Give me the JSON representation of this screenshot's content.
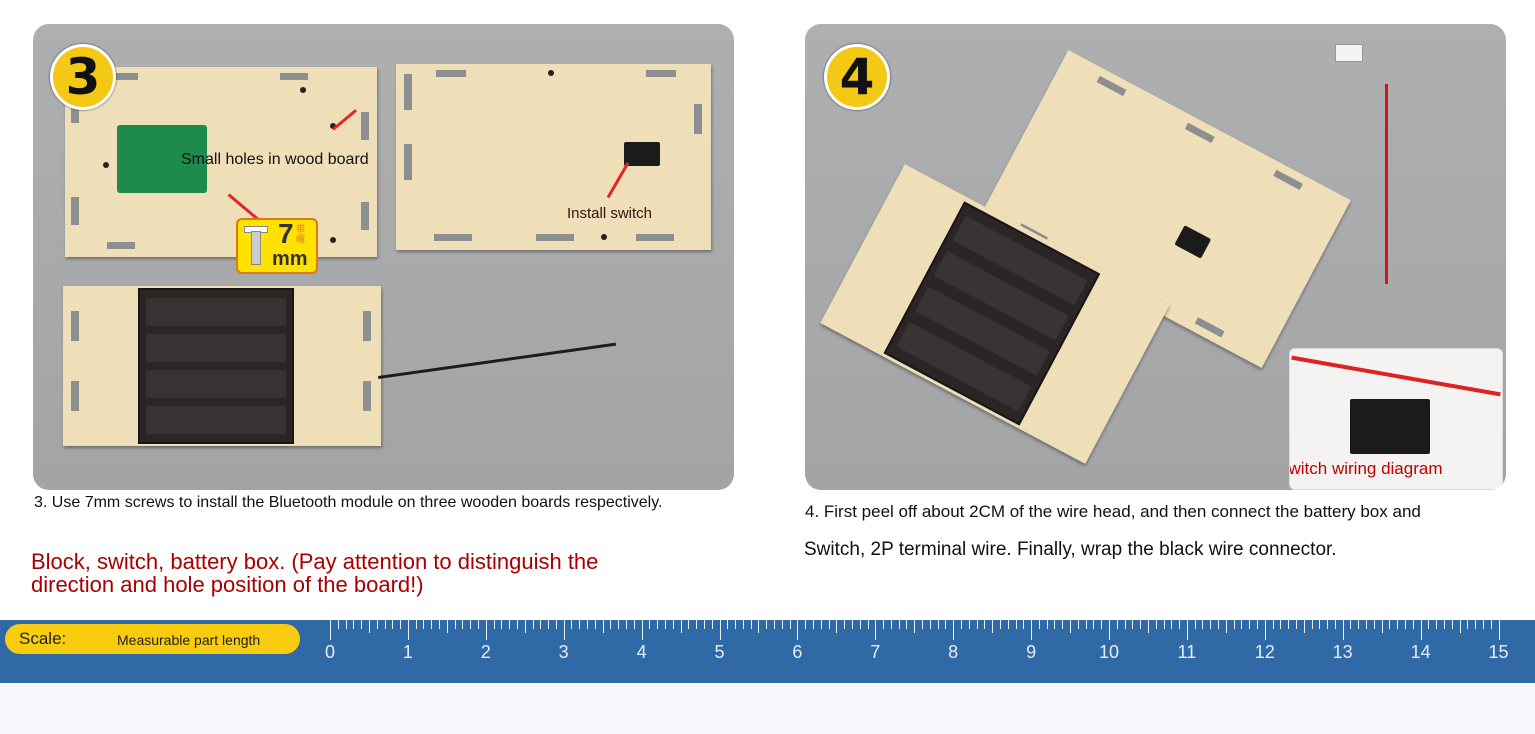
{
  "step3": {
    "number": "3",
    "screw_size": "7",
    "screw_unit": "mm",
    "screw_note": "带帽",
    "label_holes": "Small holes in wood board",
    "label_switch": "Install switch",
    "caption": "3. Use 7mm screws to install the Bluetooth module on three wooden boards respectively.",
    "note": "Block, switch, battery box. (Pay attention to distinguish the direction and hole position of the board!)"
  },
  "step4": {
    "number": "4",
    "inset_label": "switch wiring diagram",
    "caption_line1": "4. First peel off about 2CM of the wire head, and then connect the battery box and",
    "caption_line2": "Switch, 2P terminal wire. Finally, wrap the black wire connector."
  },
  "ruler": {
    "scale_label": "Scale:",
    "scale_desc": "Measurable part length",
    "numbers": [
      "0",
      "1",
      "2",
      "3",
      "4",
      "5",
      "6",
      "7",
      "8",
      "9",
      "10",
      "11",
      "12",
      "13",
      "14",
      "15"
    ]
  },
  "colors": {
    "ruler_blue": "#2f6aa6",
    "badge_yellow": "#f4c916",
    "note_red": "#a80000",
    "wood": "#eedfb8"
  }
}
